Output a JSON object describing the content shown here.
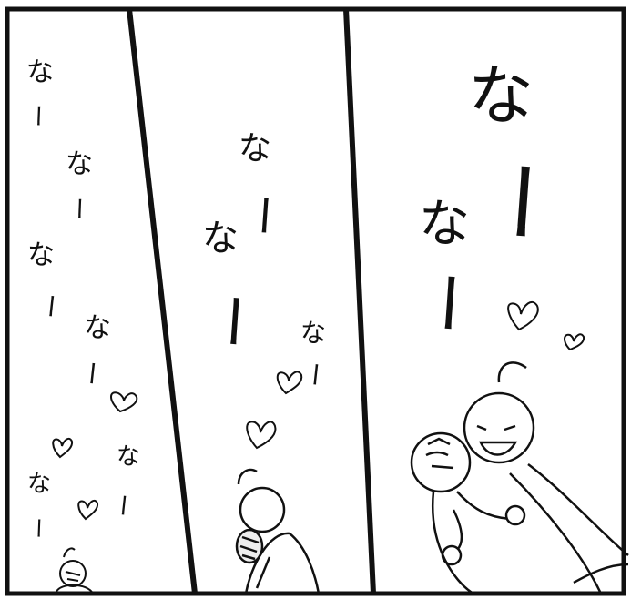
{
  "comic": {
    "panels": [
      {
        "chants": [
          "な",
          "ー",
          "な",
          "ー",
          "な",
          "ー",
          "な",
          "ー",
          "な",
          "ー",
          "な",
          "ー"
        ]
      },
      {
        "chants": [
          "な",
          "ー",
          "な",
          "ー",
          "な",
          "ー"
        ]
      },
      {
        "chants": [
          "な",
          "ー",
          "な",
          "ー"
        ]
      }
    ],
    "colors": {
      "ink": "#111111",
      "paper": "#ffffff",
      "hair": "#f4f4f4"
    },
    "icons": [
      "heart-icon"
    ]
  }
}
